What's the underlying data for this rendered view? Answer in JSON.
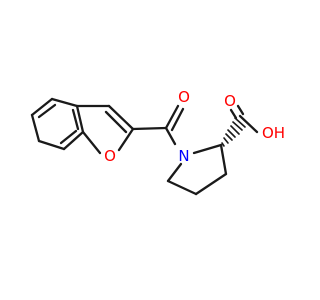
{
  "molecule": {
    "colors": {
      "bond": "#1a1a1a",
      "oxygen": "#ff0000",
      "nitrogen": "#0000ff"
    },
    "atoms": {
      "furan_oxygen": "O",
      "carbonyl_oxygen": "O",
      "nitrogen": "N",
      "acid_oxygen": "O",
      "hydroxyl": "OH"
    }
  }
}
